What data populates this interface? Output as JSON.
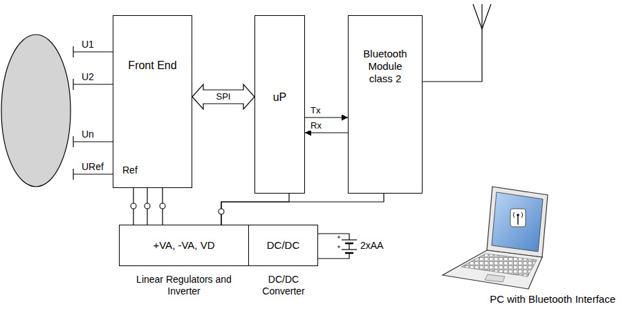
{
  "diagram": {
    "nodes": [
      {
        "text": [
          "Front End"
        ]
      },
      {
        "text": [
          "uP"
        ]
      },
      {
        "text": [
          "Bluetooth Module class 2"
        ]
      },
      {
        "text": [
          "+VA, -VA, VD"
        ]
      },
      {
        "text": [
          "DC/DC"
        ]
      }
    ],
    "edges": [
      {
        "from": 0,
        "to": 1,
        "arrow": "both",
        "label": "SPI"
      },
      {
        "from": 1,
        "to": 2,
        "arrow": "to",
        "label": "Tx"
      },
      {
        "from": 2,
        "to": 1,
        "arrow": "to",
        "label": "Rx"
      },
      {
        "from": 3,
        "to": 0,
        "arrow": "none"
      },
      {
        "from": 3,
        "to": 0,
        "arrow": "none"
      },
      {
        "from": 3,
        "to": 0,
        "arrow": "none"
      },
      {
        "from": 3,
        "to": 1,
        "arrow": "none"
      },
      {
        "from": 3,
        "to": 2,
        "arrow": "none"
      }
    ],
    "labels": [
      "U1",
      "U2",
      "Un",
      "URef",
      "Ref",
      "2xAA",
      "Linear Regulators and Inverter",
      "DC/DC Converter",
      "PC with Bluetooth Interface"
    ]
  }
}
